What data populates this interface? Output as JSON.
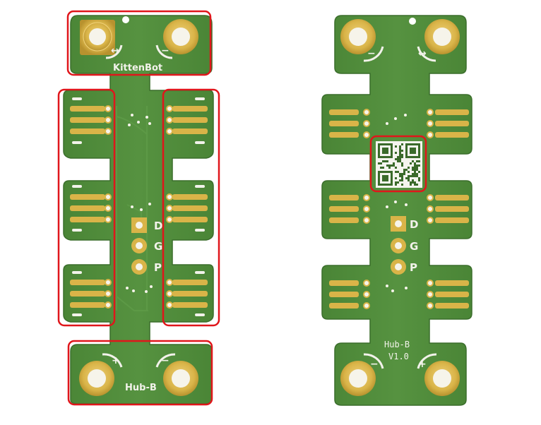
{
  "colors": {
    "background": "#ffffff",
    "board": "#4f8a3a",
    "board_dark": "#3f7430",
    "board_edge": "#356628",
    "pad_gold": "#d9b448",
    "pad_gold_dark": "#b8922e",
    "drill_white": "#f6f4ea",
    "silkscreen": "#f2f2ea",
    "highlight_box": "#e0161b"
  },
  "front_board": {
    "brand_label": "KittenBot",
    "name_label": "Hub-B",
    "pin_labels": [
      "D",
      "G",
      "P"
    ],
    "top_terminal_marks": [
      "↔",
      "−"
    ],
    "bottom_terminal_marks": [
      "+",
      "−"
    ]
  },
  "back_board": {
    "name_label": "Hub-B",
    "version_label": "V1.0",
    "pin_labels": [
      "D",
      "G",
      "P"
    ],
    "top_terminal_marks": [
      "−",
      "↔"
    ],
    "bottom_terminal_marks": [
      "−",
      "+"
    ],
    "qr_icon": "qr-code-icon"
  }
}
